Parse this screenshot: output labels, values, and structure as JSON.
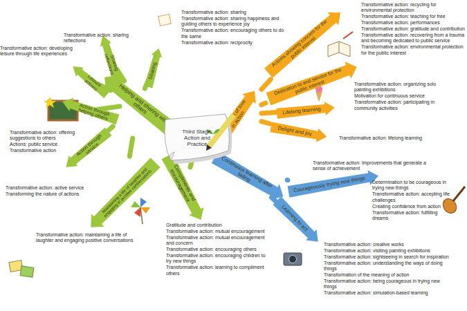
{
  "diagram": {
    "nodes": [
      {
        "text": [
          "Third Stage: Action and Practice"
        ]
      },
      {
        "text": [
          "Helping and sharing with others"
        ]
      },
      {
        "text": [
          "Sharing"
        ]
      },
      {
        "text": [
          "Sharing reflections"
        ]
      },
      {
        "text": [
          "Leisure actions"
        ]
      },
      {
        "text": [
          "Action through helping others"
        ]
      },
      {
        "text": [
          "Action through service"
        ]
      },
      {
        "text": [
          "Maintaining a life of laughter and engaging in positive conversations"
        ]
      },
      {
        "text": [
          "Compliments and encouragement"
        ]
      },
      {
        "text": [
          "Extension of love in action"
        ]
      },
      {
        "text": [
          "Actions showing concern for the public interest"
        ]
      },
      {
        "text": [
          "Dedication to and service for the public interest"
        ]
      },
      {
        "text": [
          "Lifelong learning"
        ]
      },
      {
        "text": [
          "Delight and joy"
        ]
      },
      {
        "text": [
          "Continuous learning after failing"
        ]
      },
      {
        "text": [
          "Courageously trying new things"
        ]
      },
      {
        "text": [
          "Learning to act"
        ]
      }
    ],
    "edges": [
      {
        "from": 0,
        "to": 1,
        "arrow": "none"
      },
      {
        "from": 1,
        "to": 2,
        "arrow": "none"
      },
      {
        "from": 1,
        "to": 3,
        "arrow": "none"
      },
      {
        "from": 1,
        "to": 4,
        "arrow": "none"
      },
      {
        "from": 1,
        "to": 5,
        "arrow": "none"
      },
      {
        "from": 1,
        "to": 6,
        "arrow": "none"
      },
      {
        "from": 1,
        "to": 7,
        "arrow": "none"
      },
      {
        "from": 0,
        "to": 8,
        "arrow": "none"
      },
      {
        "from": 0,
        "to": 9,
        "arrow": "none"
      },
      {
        "from": 9,
        "to": 10,
        "arrow": "none"
      },
      {
        "from": 9,
        "to": 11,
        "arrow": "none"
      },
      {
        "from": 9,
        "to": 12,
        "arrow": "none"
      },
      {
        "from": 9,
        "to": 13,
        "arrow": "none"
      },
      {
        "from": 0,
        "to": 14,
        "arrow": "none"
      },
      {
        "from": 14,
        "to": 15,
        "arrow": "none"
      },
      {
        "from": 14,
        "to": 16,
        "arrow": "none"
      }
    ],
    "labels": [
      "Transformative action: sharing",
      "Transformative action: sharing happiness and guiding others to experience joy",
      "Transformative action: encouraging others to do the same",
      "Transformative action: reciprocity",
      "Transformative action: sharing reflections",
      "Transformative action: developing leisure through life experiences",
      "Transformative action: offering suggestions to others",
      "Actions: public service",
      "Transformative action",
      "Transformative action: active service",
      "Transforming the nature of actions",
      "Transformative action: maintaining a life of laughter and engaging positive conversations",
      "Gratitude and contribution",
      "Transformative action: mutual encouragement",
      "Transformative action: mutual encouragement and concern",
      "Transformative action: encouraging others",
      "Transformative action: encouraging children to try new things",
      "Transformative action: learning to compliment others",
      "Transformative action: recycling for environmental protection",
      "Transformative action: teaching for free",
      "Transformative action: performances",
      "Transformative action: gratitude and contribution",
      "Transformative action: recovering from a trauma and becoming dedicated to public service",
      "Transformative action: environmental protection for the public interest",
      "Transformative action: organizing solo painting exhibitions",
      "Motivation for continuous service",
      "Transformative action: participating in community activities",
      "Transformative action: lifelong learning",
      "Transformative action: improvements that generate a sense of achievement",
      "Determination to be courageous in trying new things",
      "Transformative action: accepting life challenges",
      "Creating confidence from action",
      "Transformative action: fulfilling dreams",
      "Transformative action: creative works",
      "Transformative action: visiting painting exhibitions",
      "Transformative action: sightseeing in search for inspiration",
      "Transformative action: understanding the ways of doing things",
      "Transformation of the meaning of action",
      "Transformative action: being courageous in trying new things",
      "Transformative action: simulation-based learning"
    ]
  }
}
